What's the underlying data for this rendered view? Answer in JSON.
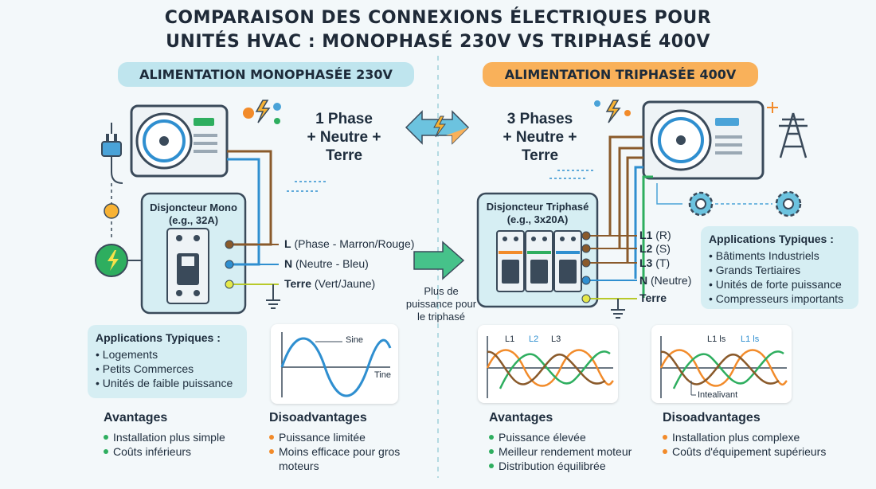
{
  "title": {
    "line1": "COMPARAISON DES CONNEXIONS ÉLECTRIQUES POUR",
    "line2": "UNITÉS HVAC : MONOPHASÉ 230V VS TRIPHASÉ 400V"
  },
  "mono": {
    "header": "ALIMENTATION MONOPHASÉE 230V",
    "phase_label": [
      "1 Phase",
      "+ Neutre +",
      "Terre"
    ],
    "breaker_title": [
      "Disjoncteur Mono",
      "(e.g., 32A)"
    ],
    "wires": [
      {
        "bold": "L",
        "rest": " (Phase - Marron/Rouge)",
        "color": "#8a5a2b"
      },
      {
        "bold": "N",
        "rest": " (Neutre - Bleu)",
        "color": "#2f8fd0"
      },
      {
        "bold": "Terre",
        "rest": " (Vert/Jaune)",
        "color": "#b8c92a"
      }
    ],
    "applications": {
      "title": "Applications Typiques :",
      "items": [
        "Logements",
        "Petits Commerces",
        "Unités de faible puissance"
      ]
    },
    "wave": {
      "sine_label": "Sine",
      "axis_label": "Tine"
    },
    "advantages": {
      "title": "Avantages",
      "items": [
        "Installation plus simple",
        "Coûts inférieurs"
      ]
    },
    "disadvantages": {
      "title": "Disoadvantages",
      "items": [
        "Puissance limitée",
        "Moins efficace pour gros moteurs"
      ]
    }
  },
  "tri": {
    "header": "ALIMENTATION TRIPHASÉE 400V",
    "phase_label": [
      "3 Phases",
      "+ Neutre +",
      "Terre"
    ],
    "breaker_title": [
      "Disjoncteur Triphasé",
      "(e.g., 3x20A)"
    ],
    "wires": [
      {
        "bold": "L1",
        "rest": " (R)",
        "color": "#8a5a2b"
      },
      {
        "bold": "L2",
        "rest": " (S)",
        "color": "#8a5a2b"
      },
      {
        "bold": "L3",
        "rest": " (T)",
        "color": "#8a5a2b"
      },
      {
        "bold": "N",
        "rest": " (Neutre)",
        "color": "#2f8fd0"
      },
      {
        "bold": "Terre",
        "rest": "",
        "color": "#b8c92a"
      }
    ],
    "applications": {
      "title": "Applications Typiques :",
      "items": [
        "Bâtiments Industriels",
        "Grands Tertiaires",
        "Unités de forte puissance",
        "Compresseurs importants"
      ]
    },
    "wave1": {
      "labels": [
        "L1",
        "L2",
        "L3"
      ]
    },
    "wave2": {
      "labels": [
        "L1 ls",
        "L1 ls"
      ],
      "note": "Intealivant"
    },
    "advantages": {
      "title": "Avantages",
      "items": [
        "Puissance élevée",
        "Meilleur rendement moteur",
        "Distribution équilibrée"
      ]
    },
    "disadvantages": {
      "title": "Disoadvantages",
      "items": [
        "Installation plus complexe",
        "Coûts d'équipement supérieurs"
      ]
    }
  },
  "middle_note": "Plus de puissance pour le triphasé",
  "colors": {
    "brown": "#8a5a2b",
    "blue": "#2f8fd0",
    "green_yellow": "#b8c92a",
    "orange": "#f28b2a",
    "teal": "#bfe5ee"
  }
}
